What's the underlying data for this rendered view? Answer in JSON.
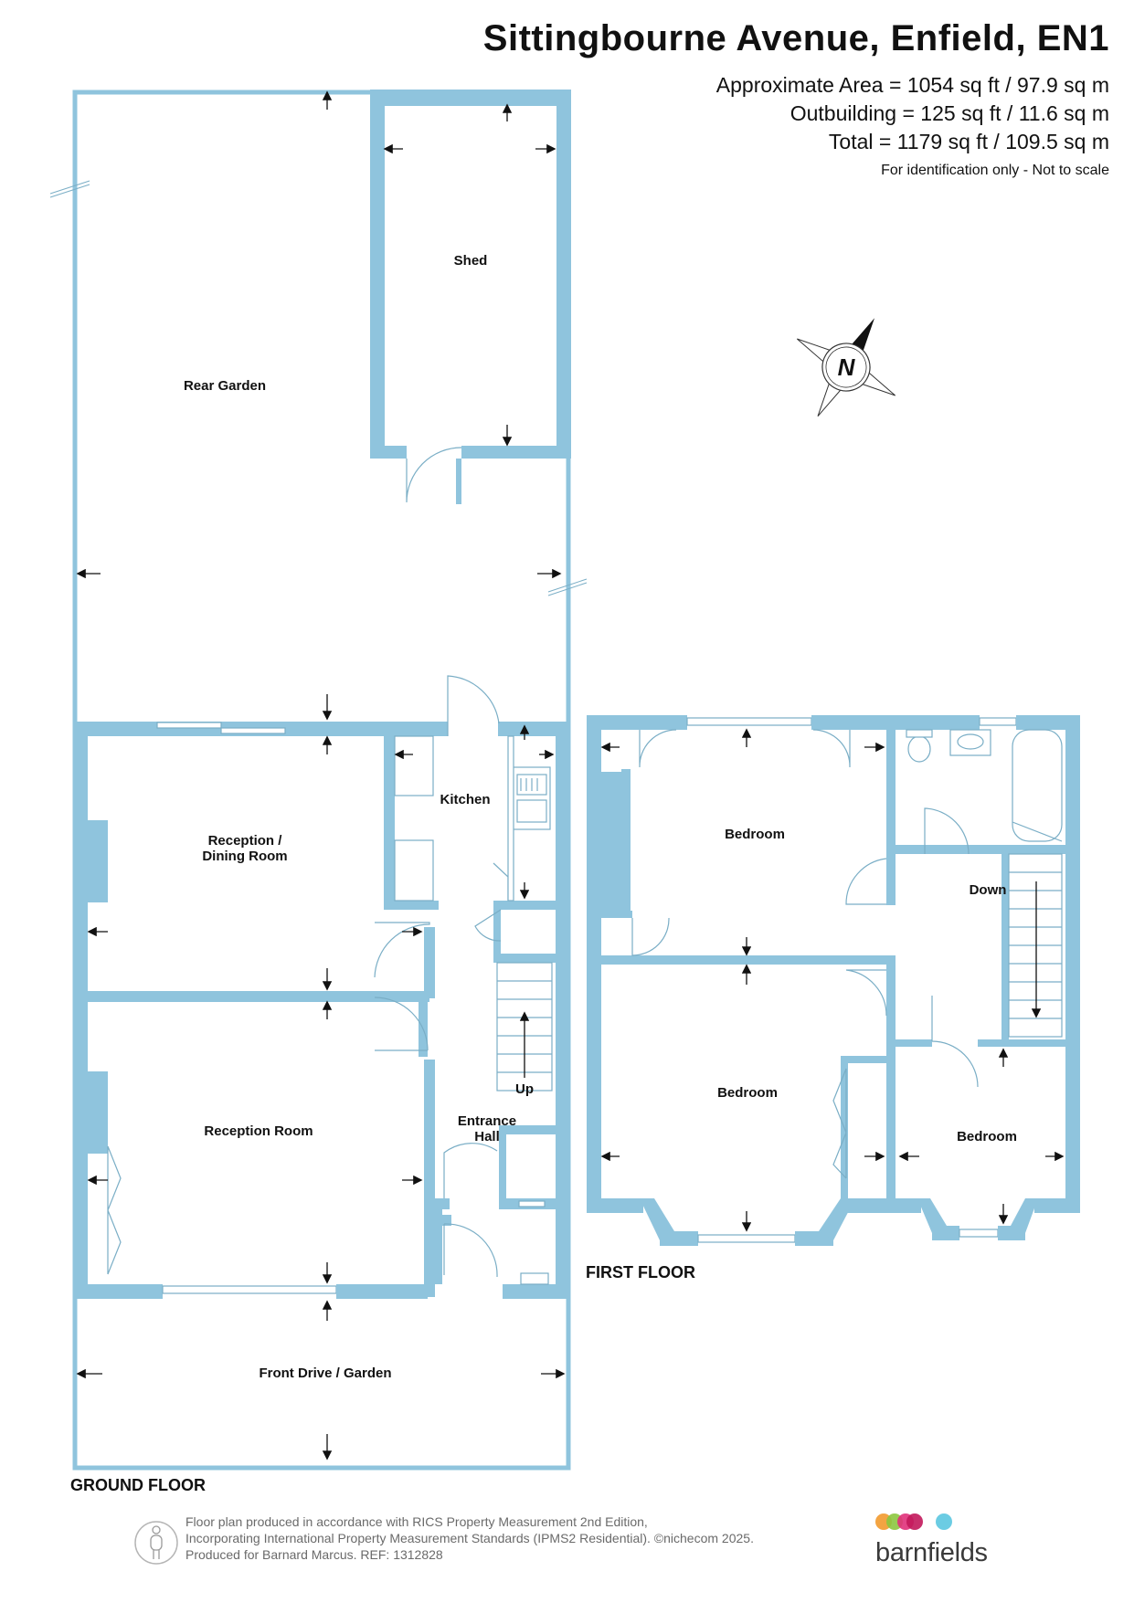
{
  "header": {
    "title": "Sittingbourne Avenue, Enfield, EN1",
    "approx_area": "Approximate Area = 1054 sq ft / 97.9 sq m",
    "outbuilding": "Outbuilding = 125 sq ft / 11.6 sq m",
    "total": "Total = 1179 sq ft / 109.5 sq m",
    "note": "For identification only - Not to scale"
  },
  "compass": {
    "letter": "N"
  },
  "ground_floor": {
    "label": "GROUND FLOOR",
    "rooms": {
      "rear_garden": "Rear Garden",
      "shed": "Shed",
      "reception_dining_1": "Reception /",
      "reception_dining_2": "Dining Room",
      "kitchen": "Kitchen",
      "reception_room": "Reception Room",
      "entrance_hall_1": "Entrance",
      "entrance_hall_2": "Hall",
      "stairs_up": "Up",
      "front_drive": "Front Drive / Garden"
    }
  },
  "first_floor": {
    "label": "FIRST FLOOR",
    "rooms": {
      "bedroom_rear": "Bedroom",
      "bedroom_front": "Bedroom",
      "bedroom_small": "Bedroom",
      "stairs_down": "Down"
    }
  },
  "footer": {
    "line1": "Floor plan produced in accordance with RICS Property Measurement 2nd Edition,",
    "line2": "Incorporating International Property Measurement Standards (IPMS2 Residential).   ©nichecom 2025.",
    "line3": "Produced for Barnard Marcus.   REF:  1312828"
  },
  "brand": {
    "name": "barnfields",
    "dot_colors": [
      "#f29a2e",
      "#8cc63f",
      "#e0317a",
      "#c2185b",
      "#5bc6e0"
    ]
  },
  "colors": {
    "wall": "#8fc4dd",
    "text": "#111111"
  }
}
